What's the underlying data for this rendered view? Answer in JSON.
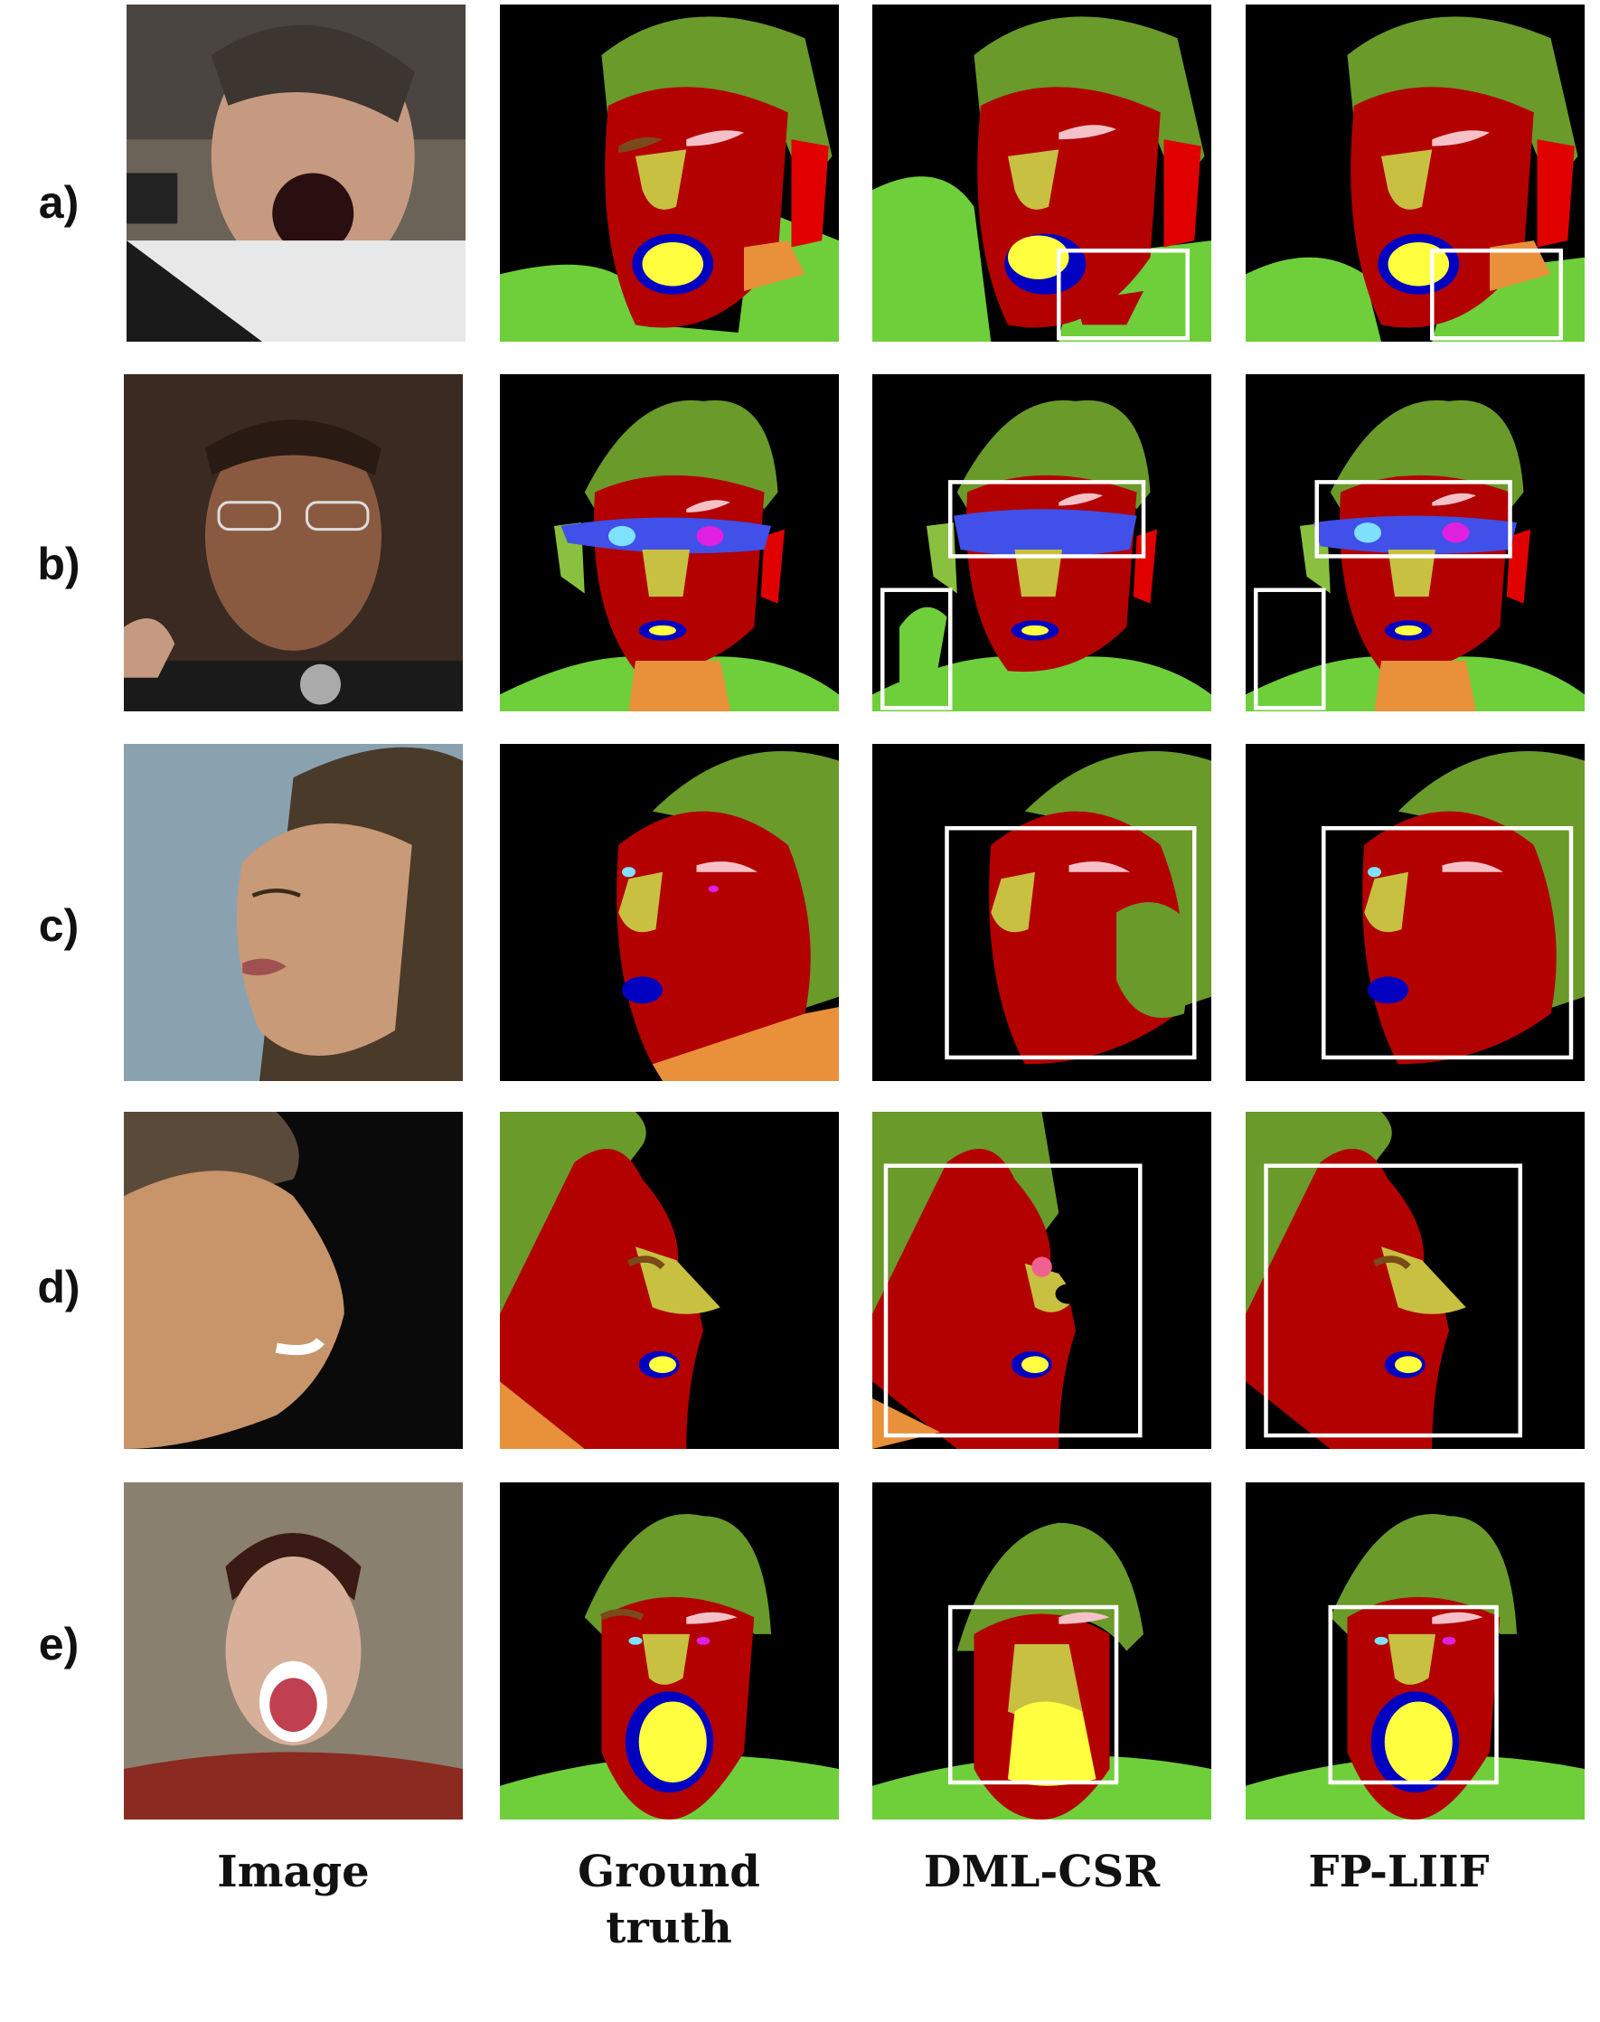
{
  "rows": [
    {
      "label": "a)"
    },
    {
      "label": "b)"
    },
    {
      "label": "c)"
    },
    {
      "label": "d)"
    },
    {
      "label": "e)"
    }
  ],
  "columns": [
    {
      "label": "Image"
    },
    {
      "label": "Ground truth"
    },
    {
      "label": "DML-CSR"
    },
    {
      "label": "FP-LIIF"
    }
  ],
  "colors": {
    "background": "#000000",
    "skin": "#b30000",
    "hair": "#6a9a2a",
    "clothes": "#6fcf3a",
    "neck": "#e8903a",
    "ear": "#e00000",
    "nose": "#c8c040",
    "mouth": "#ffff40",
    "lips": "#0000c0",
    "brow": "#7a4a1a",
    "eye": "#f6c0c8",
    "glasses": "#4050e8",
    "highlight_box": "#ffffff"
  }
}
